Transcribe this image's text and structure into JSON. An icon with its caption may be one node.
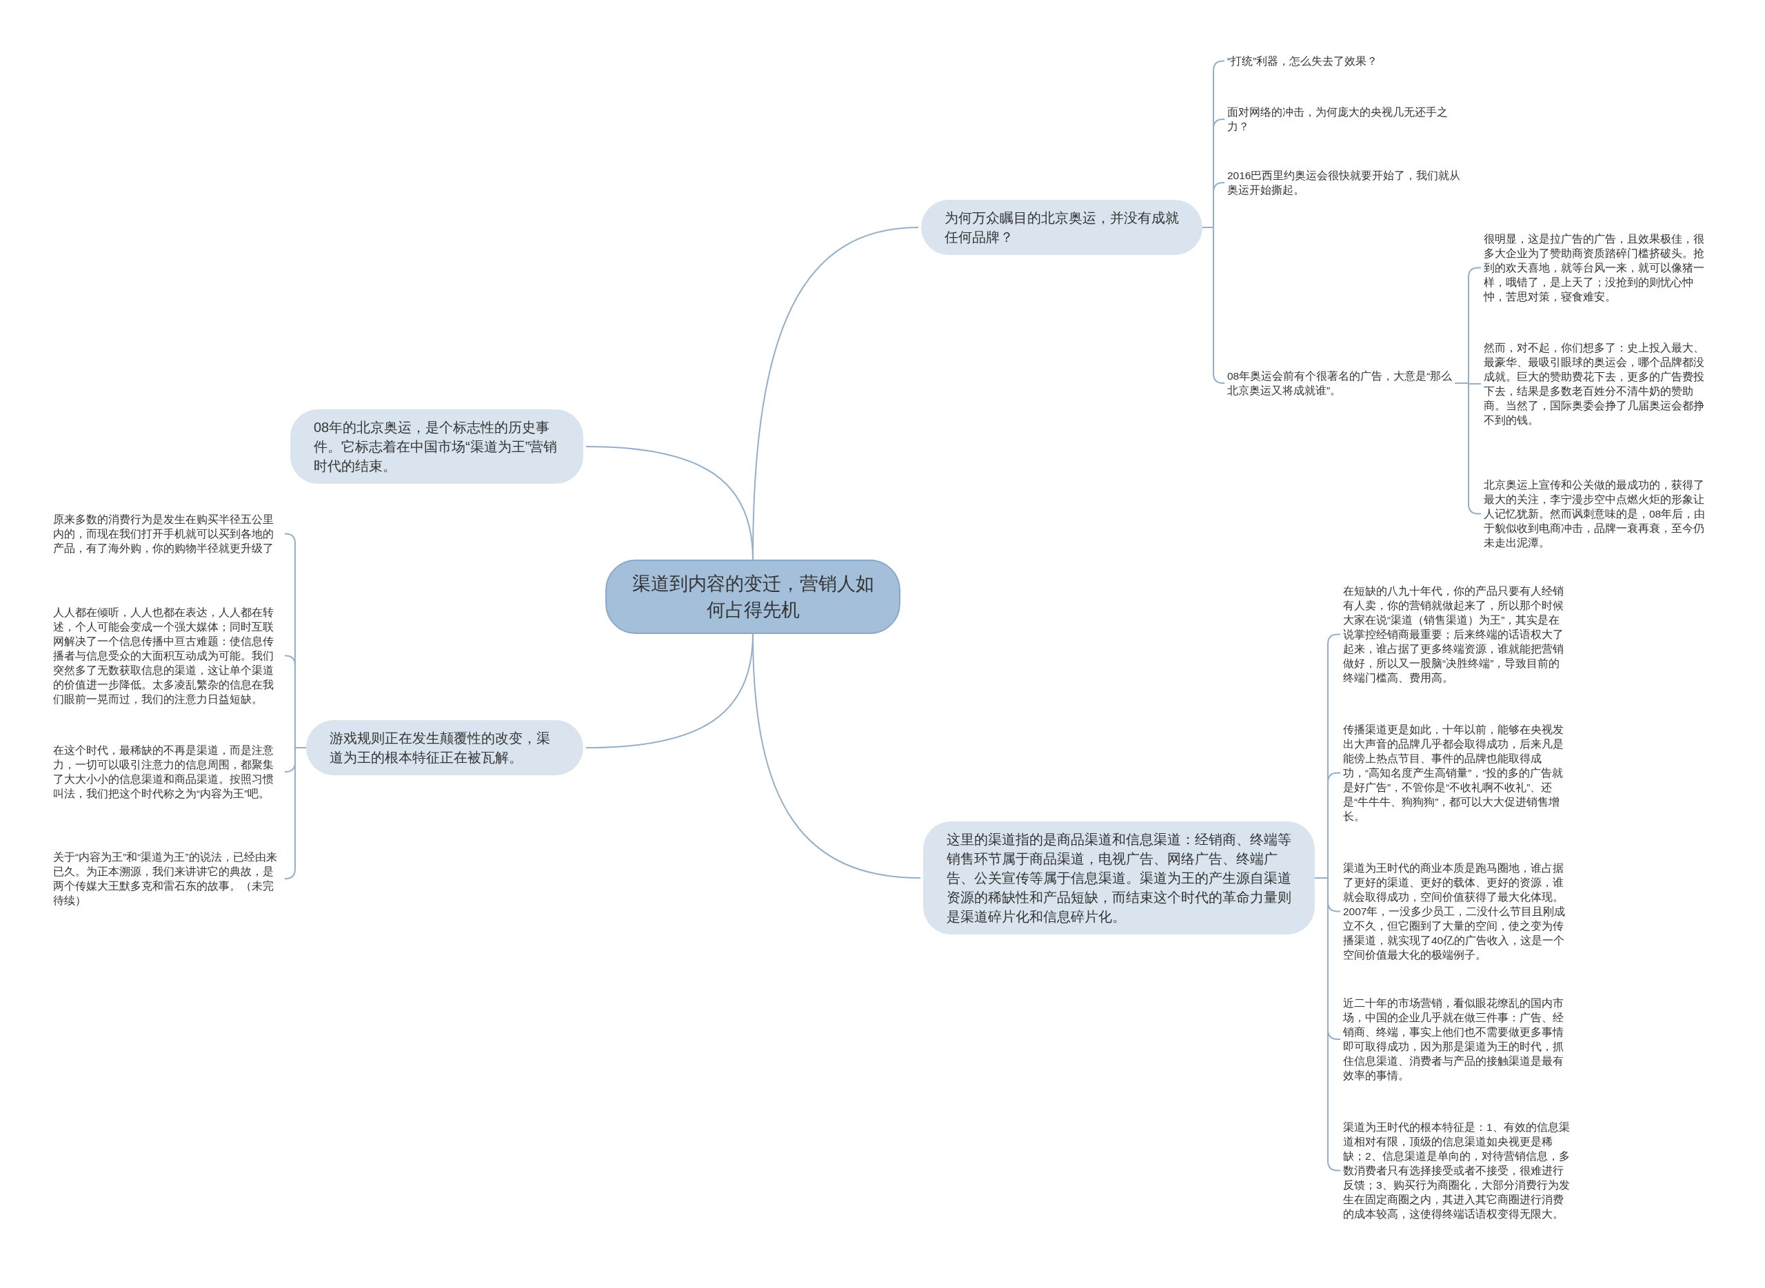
{
  "diagram": {
    "nodes": [
      {
        "text": [
          "渠道到内容的变迁，营销人如何占得先机"
        ]
      },
      {
        "text": [
          "为何万众瞩目的北京奥运，并没有成就任何品牌？"
        ]
      },
      {
        "text": [
          "“打统”利器，怎么失去了效果？"
        ]
      },
      {
        "text": [
          "面对网络的冲击，为何庞大的央视几无还手之力？"
        ]
      },
      {
        "text": [
          "2016巴西里约奥运会很快就要开始了，我们就从奥运开始撕起。"
        ]
      },
      {
        "text": [
          "08年奥运会前有个很著名的广告，大意是“那么北京奥运又将成就谁”。"
        ]
      },
      {
        "text": [
          "很明显，这是拉广告的广告，且效果极佳，很多大企业为了赞助商资质踏碎门槛挤破头。抢到的欢天喜地，就等台风一来，就可以像猪一样，哦错了，是上天了；没抢到的则忧心忡忡，苦思对策，寝食难安。"
        ]
      },
      {
        "text": [
          "然而，对不起，你们想多了：史上投入最大、最豪华、最吸引眼球的奥运会，哪个品牌都没成就。巨大的赞助费花下去，更多的广告费投下去，结果是多数老百姓分不清牛奶的赞助商。当然了，国际奥委会挣了几届奥运会都挣不到的钱。"
        ]
      },
      {
        "text": [
          "北京奥运上宣传和公关做的最成功的，获得了最大的关注，李宁漫步空中点燃火炬的形象让人记忆犹新。然而讽刺意味的是，08年后，由于貌似收到电商冲击，品牌一衰再衰，至今仍未走出泥潭。"
        ]
      },
      {
        "text": [
          "08年的北京奥运，是个标志性的历史事件。它标志着在中国市场“渠道为王”营销时代的结束。"
        ]
      },
      {
        "text": [
          "游戏规则正在发生颠覆性的改变，渠道为王的根本特征正在被瓦解。"
        ]
      },
      {
        "text": [
          "原来多数的消费行为是发生在购买半径五公里内的，而现在我们打开手机就可以买到各地的产品，有了海外购，你的购物半径就更升级了"
        ]
      },
      {
        "text": [
          "人人都在倾听，人人也都在表达，人人都在转述，个人可能会变成一个强大媒体；同时互联网解决了一个信息传播中亘古难题：使信息传播者与信息受众的大面积互动成为可能。我们突然多了无数获取信息的渠道，这让单个渠道的价值进一步降低。太多凌乱繁杂的信息在我们眼前一晃而过，我们的注意力日益短缺。"
        ]
      },
      {
        "text": [
          "在这个时代，最稀缺的不再是渠道，而是注意力，一切可以吸引注意力的信息周围，都聚集了大大小小的信息渠道和商品渠道。按照习惯叫法，我们把这个时代称之为“内容为王”吧。"
        ]
      },
      {
        "text": [
          "关于“内容为王”和“渠道为王”的说法，已经由来已久。为正本溯源，我们来讲讲它的典故，是两个传媒大王默多克和雷石东的故事。（未完待续）"
        ]
      },
      {
        "text": [
          "这里的渠道指的是商品渠道和信息渠道：经销商、终端等销售环节属于商品渠道，电视广告、网络广告、终端广告、公关宣传等属于信息渠道。渠道为王的产生源自渠道资源的稀缺性和产品短缺，而结束这个时代的革命力量则是渠道碎片化和信息碎片化。"
        ]
      },
      {
        "text": [
          "在短缺的八九十年代，你的产品只要有人经销有人卖，你的营销就做起来了，所以那个时候大家在说“渠道（销售渠道）为王”，其实是在说掌控经销商最重要；后来终端的话语权大了起来，谁占据了更多终端资源，谁就能把营销做好，所以又一股脑“决胜终端”，导致目前的终端门槛高、费用高。"
        ]
      },
      {
        "text": [
          "传播渠道更是如此，十年以前，能够在央视发出大声音的品牌几乎都会取得成功，后来凡是能傍上热点节目、事件的品牌也能取得成功，“高知名度产生高销量”，“投的多的广告就是好广告”，不管你是“不收礼啊不收礼”、还是“牛牛牛、狗狗狗”，都可以大大促进销售增长。"
        ]
      },
      {
        "text": [
          "渠道为王时代的商业本质是跑马圈地，谁占据了更好的渠道、更好的载体、更好的资源，谁就会取得成功，空间价值获得了最大化体现。2007年，一没多少员工，二没什么节目且刚成立不久，但它圈到了大量的空间，使之变为传播渠道，就实现了40亿的广告收入，这是一个空间价值最大化的极端例子。"
        ]
      },
      {
        "text": [
          "近二十年的市场营销，看似眼花缭乱的国内市场，中国的企业几乎就在做三件事：广告、经销商、终端，事实上他们也不需要做更多事情即可取得成功，因为那是渠道为王的时代，抓住信息渠道、消费者与产品的接触渠道是最有效率的事情。"
        ]
      },
      {
        "text": [
          "渠道为王时代的根本特征是：1、有效的信息渠道相对有限，顶级的信息渠道如央视更是稀缺；2、信息渠道是单向的，对待营销信息，多数消费者只有选择接受或者不接受，很难进行反馈；3、购买行为商圈化，大部分消费行为发生在固定商圈之内，其进入其它商圈进行消费的成本较高，这使得终端话语权变得无限大。"
        ]
      }
    ],
    "edges": [
      {
        "from": 0,
        "to": 1,
        "arrow": "none"
      },
      {
        "from": 1,
        "to": 2,
        "arrow": "none"
      },
      {
        "from": 1,
        "to": 3,
        "arrow": "none"
      },
      {
        "from": 1,
        "to": 4,
        "arrow": "none"
      },
      {
        "from": 1,
        "to": 5,
        "arrow": "none"
      },
      {
        "from": 5,
        "to": 6,
        "arrow": "none"
      },
      {
        "from": 5,
        "to": 7,
        "arrow": "none"
      },
      {
        "from": 5,
        "to": 8,
        "arrow": "none"
      },
      {
        "from": 0,
        "to": 9,
        "arrow": "none"
      },
      {
        "from": 0,
        "to": 10,
        "arrow": "none"
      },
      {
        "from": 10,
        "to": 11,
        "arrow": "none"
      },
      {
        "from": 10,
        "to": 12,
        "arrow": "none"
      },
      {
        "from": 10,
        "to": 13,
        "arrow": "none"
      },
      {
        "from": 10,
        "to": 14,
        "arrow": "none"
      },
      {
        "from": 0,
        "to": 15,
        "arrow": "none"
      },
      {
        "from": 15,
        "to": 16,
        "arrow": "none"
      },
      {
        "from": 15,
        "to": 17,
        "arrow": "none"
      },
      {
        "from": 15,
        "to": 18,
        "arrow": "none"
      },
      {
        "from": 15,
        "to": 19,
        "arrow": "none"
      },
      {
        "from": 15,
        "to": 20,
        "arrow": "none"
      }
    ]
  }
}
